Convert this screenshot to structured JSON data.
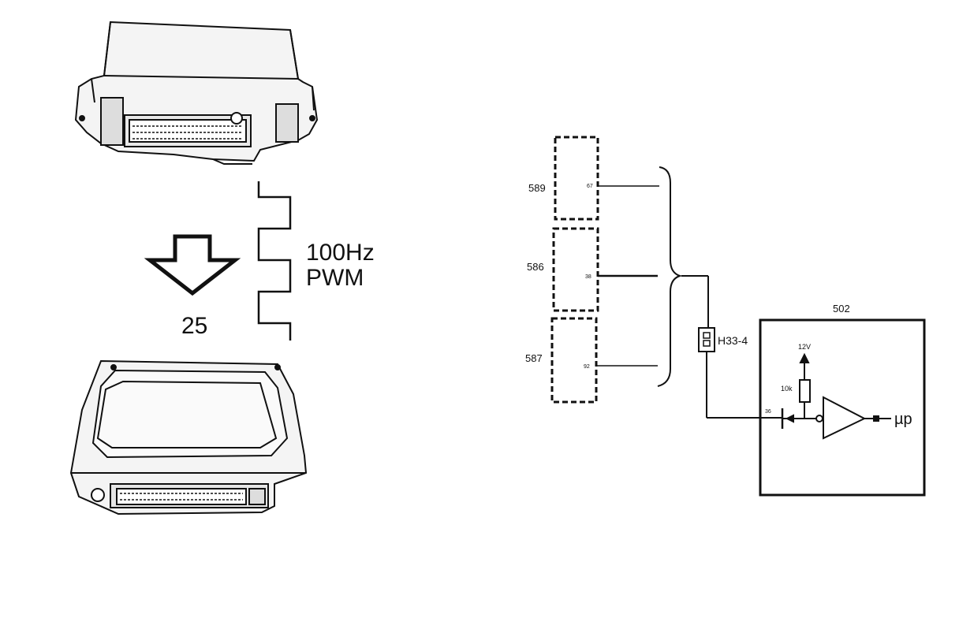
{
  "left": {
    "signal_freq": "100Hz",
    "signal_type": "PWM",
    "arrow_label": "25"
  },
  "right": {
    "modules": [
      {
        "id": "589",
        "pin": "67"
      },
      {
        "id": "586",
        "pin": "38"
      },
      {
        "id": "587",
        "pin": "92"
      }
    ],
    "connector_label": "H33-4",
    "ecu_label": "502",
    "ecu_pin": "36",
    "supply_label": "12V",
    "resistor_label": "10k",
    "output_label": "µp"
  }
}
